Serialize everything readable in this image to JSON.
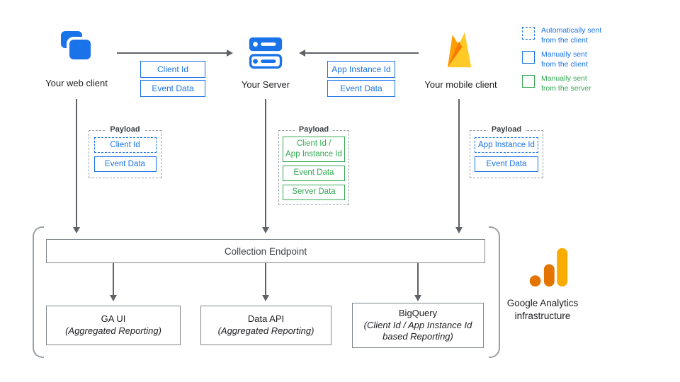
{
  "clients": {
    "web": {
      "label": "Your web client"
    },
    "server": {
      "label": "Your Server"
    },
    "mobile": {
      "label": "Your mobile client"
    }
  },
  "flows": {
    "web_to_server": {
      "labels": [
        "Client Id",
        "Event Data"
      ]
    },
    "mobile_to_server": {
      "labels": [
        "App Instance Id",
        "Event Data"
      ]
    }
  },
  "legend": {
    "items": [
      {
        "label": "Automatically sent\nfrom the client",
        "style": "dashed-blue"
      },
      {
        "label": "Manually sent\nfrom the client",
        "style": "solid-blue"
      },
      {
        "label": "Manually sent\nfrom the server",
        "style": "solid-green"
      }
    ]
  },
  "payloads": {
    "web": {
      "title": "Payload",
      "items": [
        {
          "label": "Client Id"
        },
        {
          "label": "Event Data"
        }
      ]
    },
    "server": {
      "title": "Payload",
      "items": [
        {
          "label": "Client Id /\nApp Instance Id"
        },
        {
          "label": "Event Data"
        },
        {
          "label": "Server Data"
        }
      ]
    },
    "mobile": {
      "title": "Payload",
      "items": [
        {
          "label": "App Instance Id"
        },
        {
          "label": "Event Data"
        }
      ]
    }
  },
  "infrastructure": {
    "endpoint": "Collection Endpoint",
    "outputs": [
      {
        "name": "GA UI",
        "subtitle": "(Aggregated Reporting)"
      },
      {
        "name": "Data API",
        "subtitle": "(Aggregated Reporting)"
      },
      {
        "name": "BigQuery",
        "subtitle": "(Client Id / App Instance Id based Reporting)"
      }
    ],
    "caption": "Google Analytics infrastructure"
  },
  "icons": {
    "web": "web-client-icon",
    "server": "server-icon",
    "mobile": "firebase-icon",
    "analytics": "google-analytics-icon"
  },
  "colors": {
    "blue": "#1a73e8",
    "green": "#34a853",
    "arrow_gray": "#5f6368",
    "firebase_yellow": "#FFCA28",
    "firebase_amber": "#FFA000",
    "firebase_orange": "#F57C00",
    "ga_orange": "#E37400",
    "ga_yellow": "#F9AB00"
  }
}
